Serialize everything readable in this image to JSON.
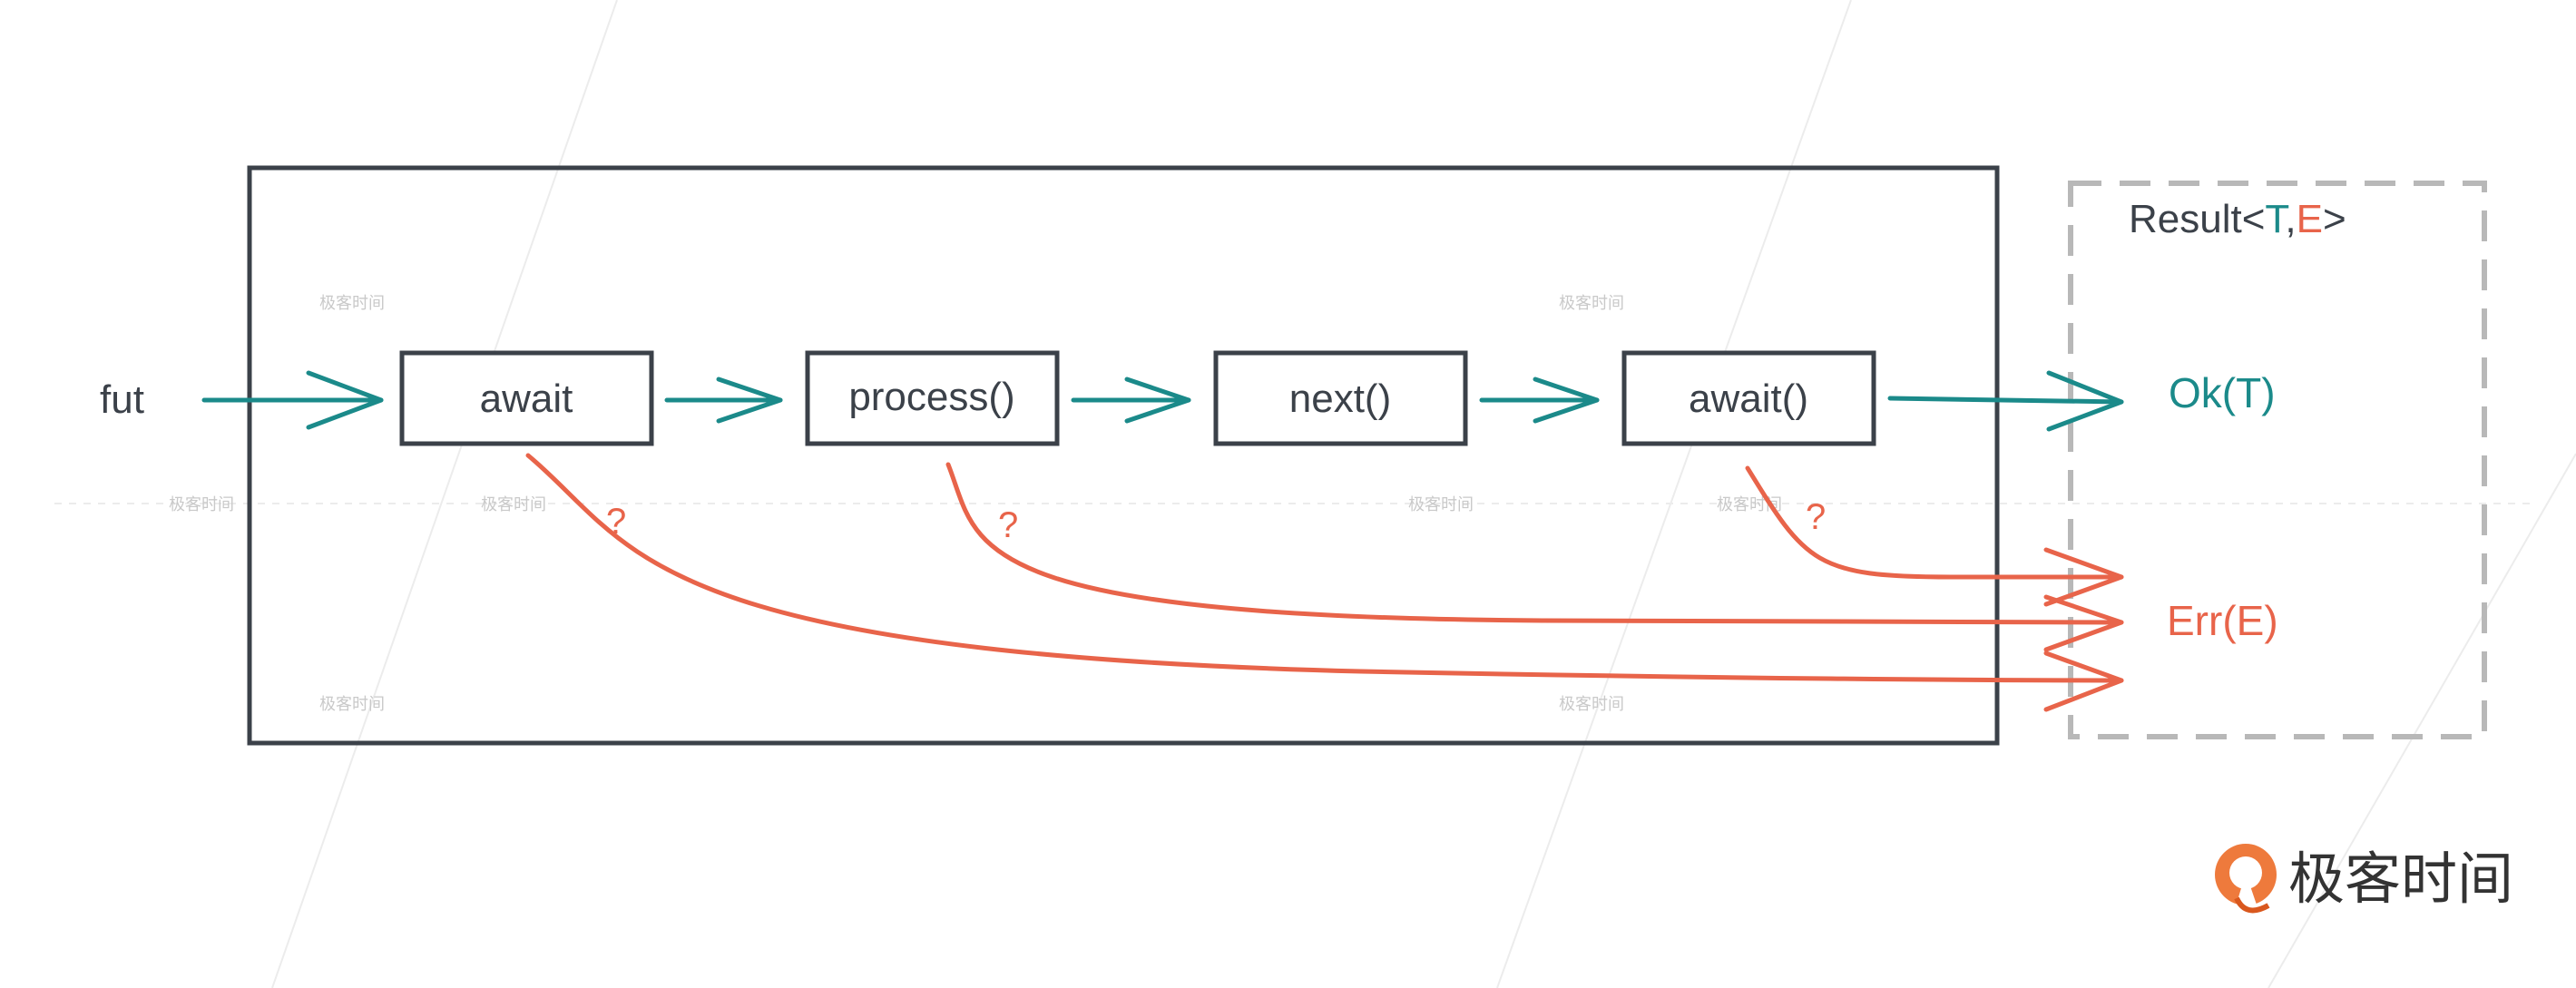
{
  "input_label": "fut",
  "steps": [
    {
      "label": "await"
    },
    {
      "label": "process()"
    },
    {
      "label": "next()"
    },
    {
      "label": "await()"
    }
  ],
  "question_mark": "?",
  "result": {
    "prefix": "Result<",
    "t": "T",
    "comma": ",",
    "e": "E",
    "suffix": ">",
    "ok": "Ok(T)",
    "err": "Err(E)"
  },
  "watermark": "极客时间",
  "brand": "极客时间",
  "colors": {
    "ok": "#1b8a8a",
    "err": "#e8644a",
    "box": "#3b4149",
    "dashed": "#b8b8b8"
  }
}
